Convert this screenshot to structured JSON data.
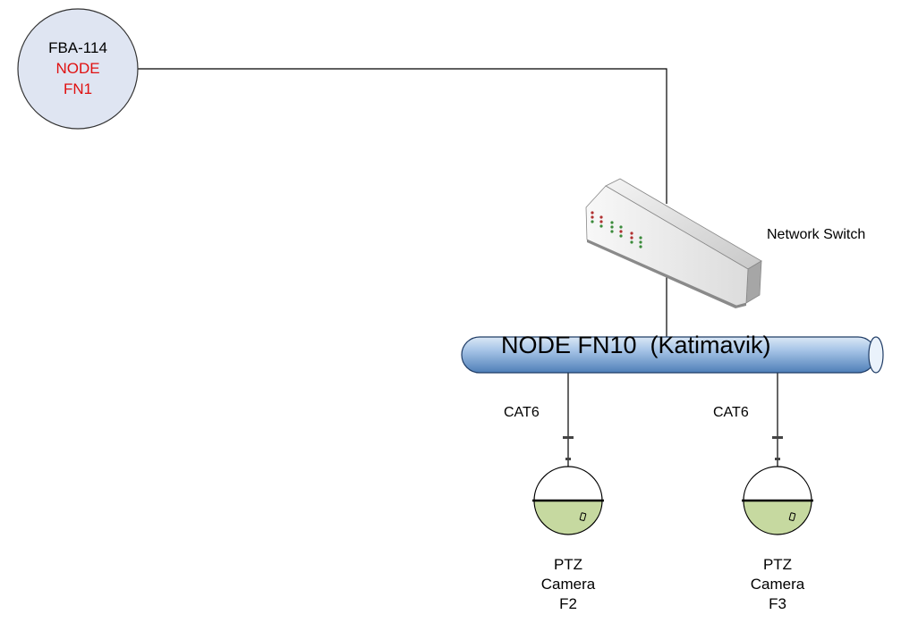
{
  "node": {
    "line1": "FBA-114",
    "line2": "NODE",
    "line3": "FN1",
    "fill_color": "#dfe5f2",
    "label_color_secondary": "#e01010"
  },
  "switch": {
    "label": "Network Switch",
    "icon": "network-switch-icon"
  },
  "bus": {
    "label": "NODE FN10  (Katimavik)",
    "fill_color": "#7fa8d6"
  },
  "cameras": [
    {
      "cable_label": "CAT6",
      "line1": "PTZ",
      "line2": "Camera",
      "line3": "F2",
      "icon": "ptz-dome-camera-icon"
    },
    {
      "cable_label": "CAT6",
      "line1": "PTZ",
      "line2": "Camera",
      "line3": "F3",
      "icon": "ptz-dome-camera-icon"
    }
  ],
  "colors": {
    "camera_dome_lower": "#c6d9a0",
    "line": "#000000"
  }
}
